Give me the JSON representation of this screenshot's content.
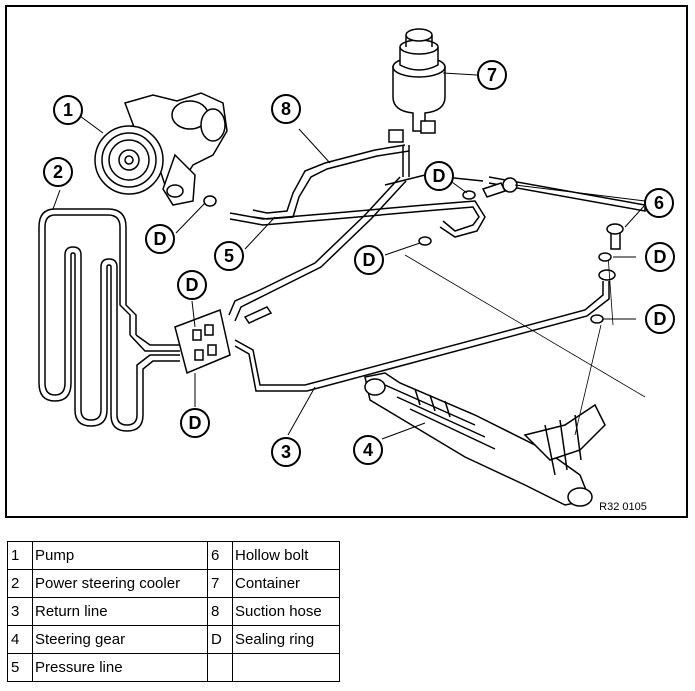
{
  "diagram": {
    "drawing_id": "R32 0105",
    "callouts": [
      {
        "id": "c1",
        "label": "1"
      },
      {
        "id": "c2",
        "label": "2"
      },
      {
        "id": "c3",
        "label": "3"
      },
      {
        "id": "c4",
        "label": "4"
      },
      {
        "id": "c5",
        "label": "5"
      },
      {
        "id": "c6",
        "label": "6"
      },
      {
        "id": "c7",
        "label": "7"
      },
      {
        "id": "c8",
        "label": "8"
      },
      {
        "id": "cD1",
        "label": "D"
      },
      {
        "id": "cD2",
        "label": "D"
      },
      {
        "id": "cD3",
        "label": "D"
      },
      {
        "id": "cD4",
        "label": "D"
      },
      {
        "id": "cD5",
        "label": "D"
      },
      {
        "id": "cD6",
        "label": "D"
      },
      {
        "id": "cD7",
        "label": "D"
      }
    ]
  },
  "legend": {
    "rows": [
      {
        "k1": "1",
        "v1": "Pump",
        "k2": "6",
        "v2": "Hollow bolt"
      },
      {
        "k1": "2",
        "v1": "Power steering cooler",
        "k2": "7",
        "v2": "Container"
      },
      {
        "k1": "3",
        "v1": "Return line",
        "k2": "8",
        "v2": "Suction hose"
      },
      {
        "k1": "4",
        "v1": "Steering gear",
        "k2": "D",
        "v2": "Sealing ring"
      },
      {
        "k1": "5",
        "v1": "Pressure line",
        "k2": "",
        "v2": ""
      }
    ]
  }
}
